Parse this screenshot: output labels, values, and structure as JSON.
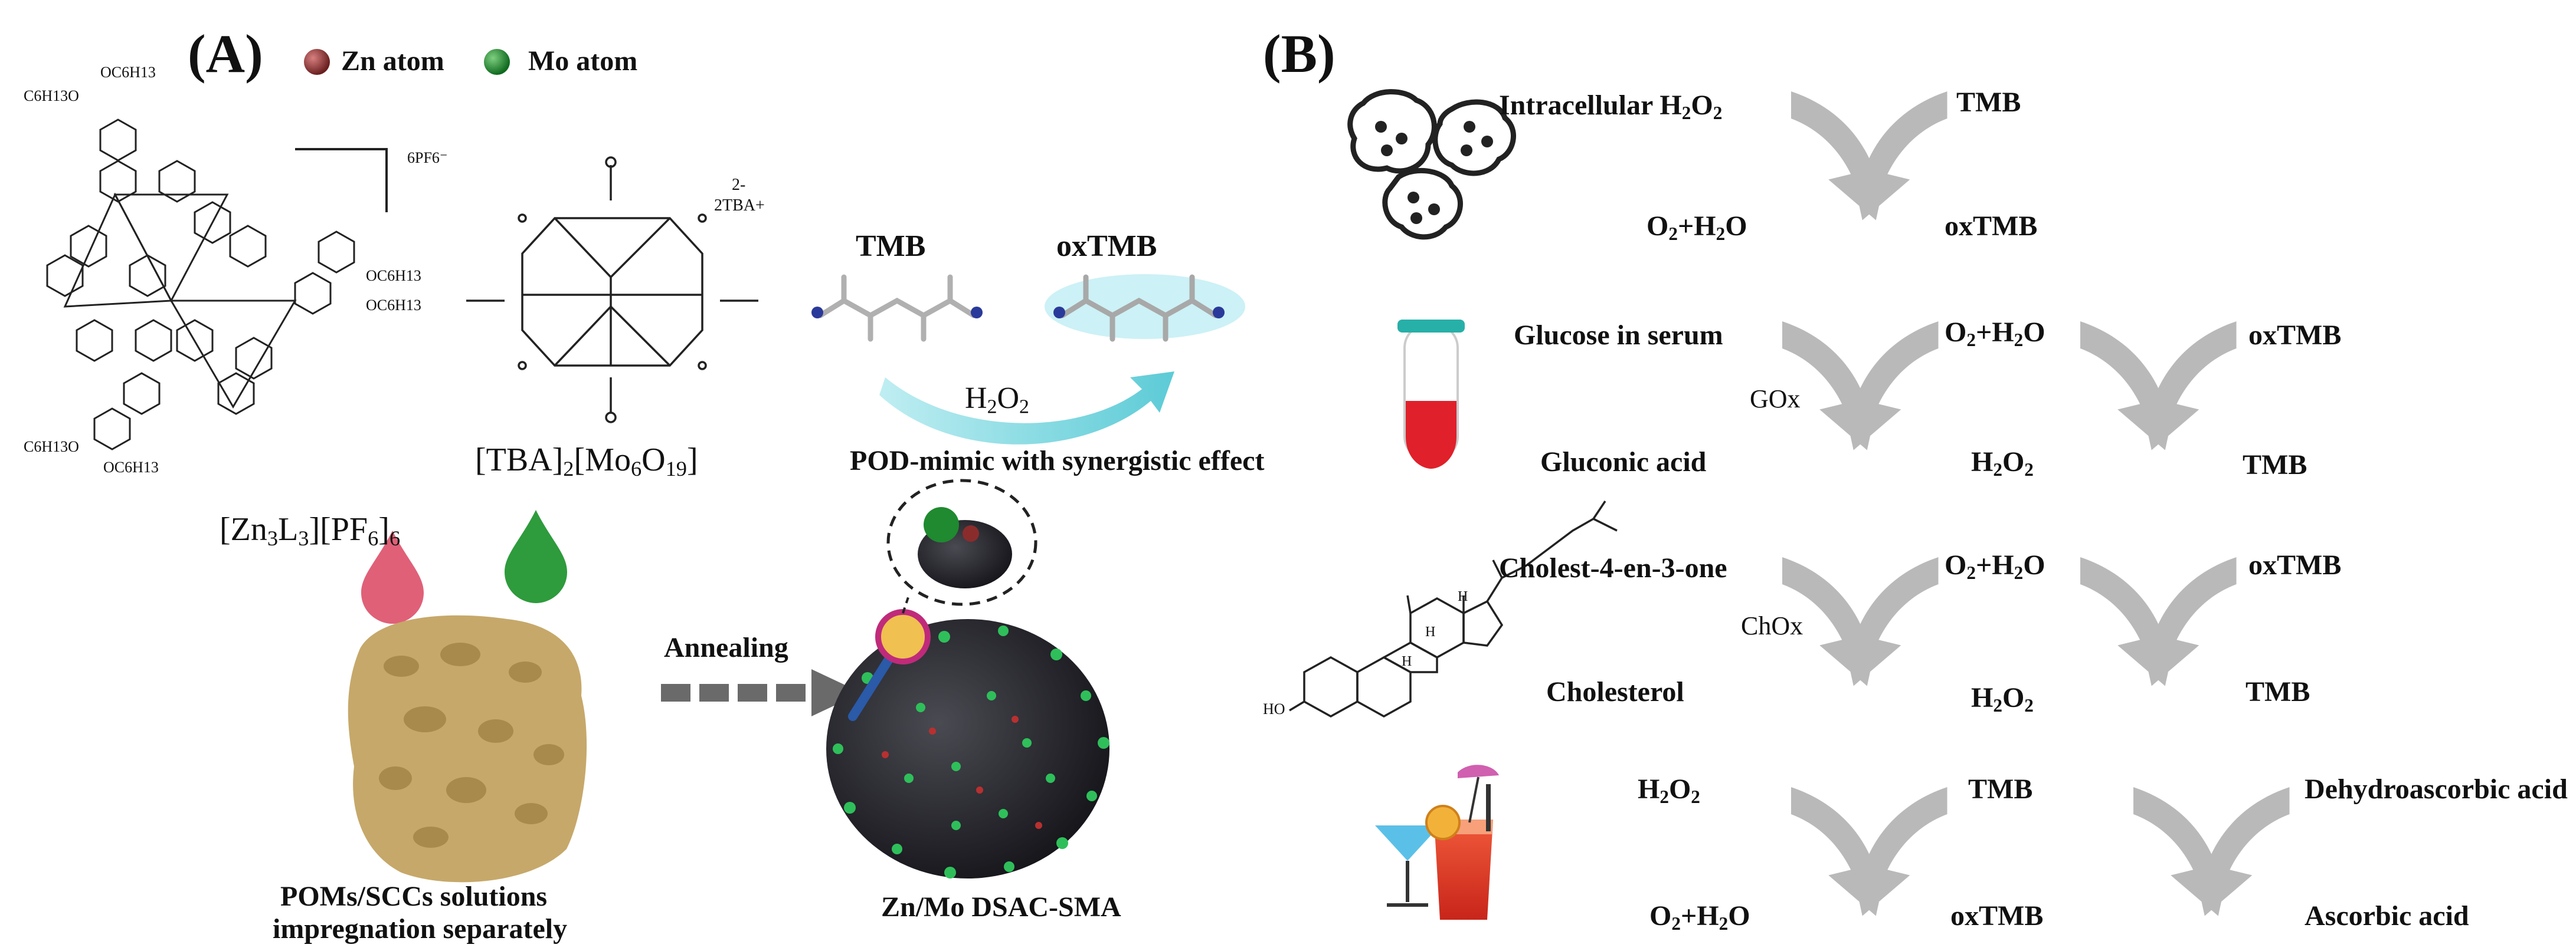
{
  "panel_a": {
    "label": "(A)",
    "legend": {
      "zn_label": "Zn atom",
      "mo_label": "Mo atom"
    },
    "scc": {
      "name_parts": [
        "[Zn",
        "3",
        "L",
        "3",
        "][PF",
        "6",
        "]",
        "6"
      ],
      "counterion": "6PF6⁻",
      "substituents": [
        "OC6H13",
        "C6H13O",
        "OC6H13",
        "OC6H13",
        "C6H13O",
        "OC6H13"
      ]
    },
    "pom": {
      "name_parts": [
        "[TBA]",
        "2",
        "[Mo",
        "6",
        "O",
        "19",
        "]"
      ],
      "charge": "2-",
      "counterion": "2TBA+"
    },
    "pod": {
      "tmb": "TMB",
      "oxtmb": "oxTMB",
      "oxidant_parts": [
        "H",
        "2",
        "O",
        "2"
      ],
      "caption": "POD-mimic with synergistic effect"
    },
    "process": {
      "annealing": "Annealing",
      "left_caption_line1": "POMs/SCCs solutions",
      "left_caption_line2": "impregnation separately",
      "right_caption": "Zn/Mo DSAC-SMA"
    }
  },
  "panel_b": {
    "label": "(B)",
    "row1": {
      "top_left_parts": [
        "Intracellular H",
        "2",
        "O",
        "2"
      ],
      "bottom_left_parts": [
        "O",
        "2",
        "+H",
        "2",
        "O"
      ],
      "top_right": "TMB",
      "bottom_right": "oxTMB"
    },
    "row2": {
      "top_left": "Glucose in serum",
      "enzyme": "GOx",
      "bottom_left": "Gluconic acid",
      "mid_top_parts": [
        "O",
        "2",
        "+H",
        "2",
        "O"
      ],
      "mid_bottom_parts": [
        "H",
        "2",
        "O",
        "2"
      ],
      "right_top": "oxTMB",
      "right_bottom": "TMB"
    },
    "row3": {
      "top_left": "Cholest-4-en-3-one",
      "enzyme": "ChOx",
      "bottom_left": "Cholesterol",
      "mid_top_parts": [
        "O",
        "2",
        "+H",
        "2",
        "O"
      ],
      "mid_bottom_parts": [
        "H",
        "2",
        "O",
        "2"
      ],
      "right_top": "oxTMB",
      "right_bottom": "TMB",
      "ho": "HO",
      "h_marks": [
        "H",
        "H",
        "H"
      ]
    },
    "row4": {
      "top_left_parts": [
        "H",
        "2",
        "O",
        "2"
      ],
      "bottom_left_parts": [
        "O",
        "2",
        "+H",
        "2",
        "O"
      ],
      "mid_top": "TMB",
      "mid_bottom": "oxTMB",
      "right_top": "Dehydroascorbic acid",
      "right_bottom": "Ascorbic acid"
    }
  },
  "colors": {
    "arrow_grey": "#b9b9b9",
    "zn": "#8b2c2c",
    "mo": "#1f8a2f",
    "drop_red": "#e06078",
    "drop_green": "#2e9b3c",
    "sponge": "#c6a86a",
    "cyan_arrow": "#7fd4dc",
    "blood": "#e0202a",
    "tube_cap": "#27b0a8"
  }
}
